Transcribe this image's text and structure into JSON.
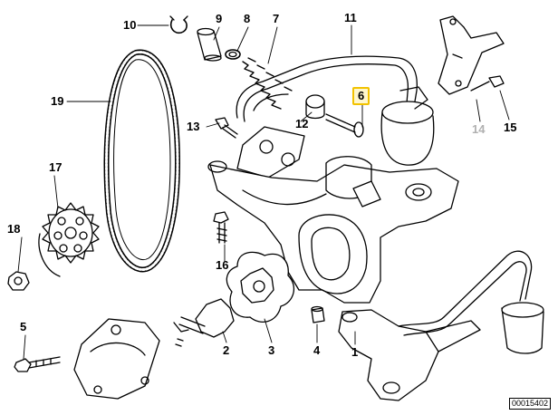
{
  "diagram": {
    "parts": [
      {
        "num": "10"
      },
      {
        "num": "9"
      },
      {
        "num": "8"
      },
      {
        "num": "7"
      },
      {
        "num": "11"
      },
      {
        "num": "19"
      },
      {
        "num": "6"
      },
      {
        "num": "12"
      },
      {
        "num": "13"
      },
      {
        "num": "14"
      },
      {
        "num": "15"
      },
      {
        "num": "17"
      },
      {
        "num": "18"
      },
      {
        "num": "16"
      },
      {
        "num": "5"
      },
      {
        "num": "2"
      },
      {
        "num": "3"
      },
      {
        "num": "4"
      },
      {
        "num": "1"
      }
    ],
    "highlighted_part": "6",
    "highlight_color": "#f2c200",
    "muted_part": "14",
    "muted_color": "#b0b0b0",
    "document_id": "00015402"
  }
}
